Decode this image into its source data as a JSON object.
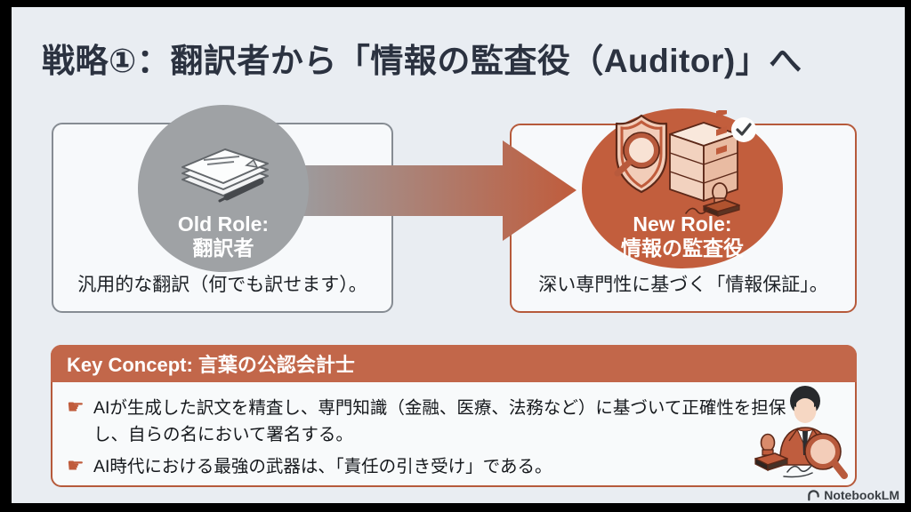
{
  "slide": {
    "title": "戦略①：翻訳者から「情報の監査役（Auditor)」へ",
    "old_role": {
      "label_en": "Old Role:",
      "label_ja": "翻訳者",
      "caption": "汎用的な翻訳（何でも訳せます）。"
    },
    "new_role": {
      "label_en": "New Role:",
      "label_ja": "情報の監査役",
      "caption": "深い専門性に基づく「情報保証」。"
    },
    "key_concept": {
      "header": "Key Concept: 言葉の公認会計士",
      "bullets": [
        "AIが生成した訳文を精査し、専門知識（金融、医療、法務など）に基づいて正確性を担保し、自らの名において署名する。",
        "AI時代における最強の武器は、「責任の引き受け」である。"
      ]
    },
    "footer": {
      "brand": "NotebookLM"
    },
    "icons": {
      "bullet": "☛",
      "old_role_icon": "document-stack-with-pen",
      "new_role_icon": "shield-magnifier-books-stamp",
      "person_icon": "auditor-person-with-stamp-and-magnifier",
      "brand_icon": "notebooklm-logo"
    },
    "colors": {
      "accent": "#c05c3c",
      "accent_header": "#c2674a",
      "gray_circle": "#9fa2a5",
      "background": "#e9edf2",
      "frame": "#000000",
      "title_text": "#2b3240",
      "box_border_gray": "#868c93",
      "box_border_orange": "#b65a3b"
    }
  }
}
